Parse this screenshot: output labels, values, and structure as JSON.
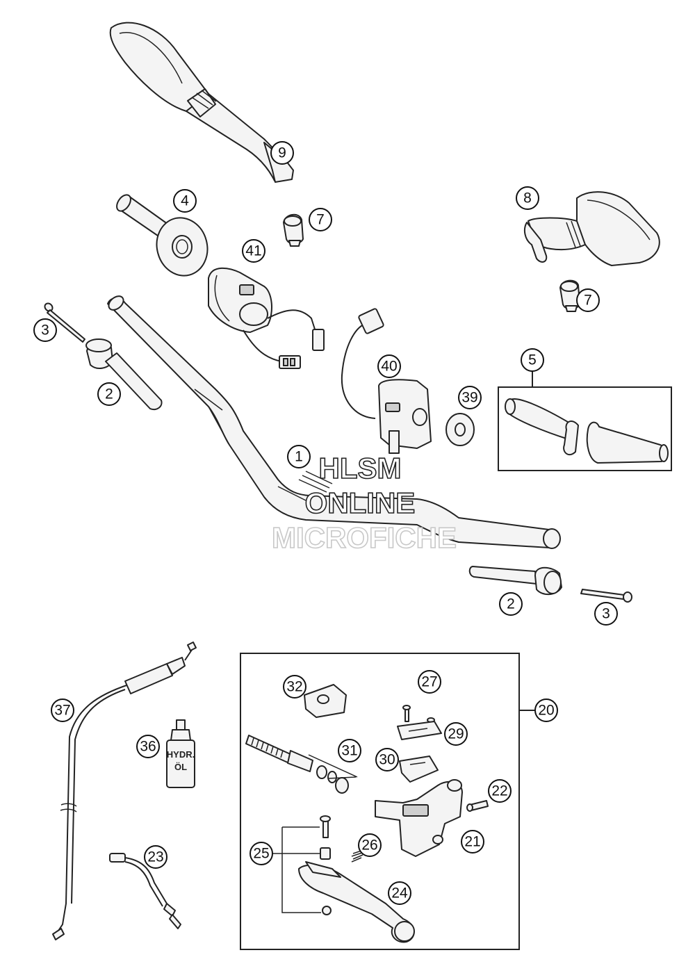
{
  "watermark": {
    "line1": "HLSM",
    "line2": "ONLINE",
    "line3": "MICROFICHE"
  },
  "bottle_label": {
    "line1": "HYDR.",
    "line2": "ÖL"
  },
  "callouts": [
    {
      "id": "c9",
      "label": "9"
    },
    {
      "id": "c4",
      "label": "4"
    },
    {
      "id": "c7a",
      "label": "7"
    },
    {
      "id": "c41",
      "label": "41"
    },
    {
      "id": "c8",
      "label": "8"
    },
    {
      "id": "c7b",
      "label": "7"
    },
    {
      "id": "c3a",
      "label": "3"
    },
    {
      "id": "c2a",
      "label": "2"
    },
    {
      "id": "c40",
      "label": "40"
    },
    {
      "id": "c39",
      "label": "39"
    },
    {
      "id": "c5",
      "label": "5"
    },
    {
      "id": "c1",
      "label": "1"
    },
    {
      "id": "c2b",
      "label": "2"
    },
    {
      "id": "c3b",
      "label": "3"
    },
    {
      "id": "c37",
      "label": "37"
    },
    {
      "id": "c36",
      "label": "36"
    },
    {
      "id": "c23",
      "label": "23"
    },
    {
      "id": "c32",
      "label": "32"
    },
    {
      "id": "c27",
      "label": "27"
    },
    {
      "id": "c29",
      "label": "29"
    },
    {
      "id": "c31",
      "label": "31"
    },
    {
      "id": "c30",
      "label": "30"
    },
    {
      "id": "c22",
      "label": "22"
    },
    {
      "id": "c21",
      "label": "21"
    },
    {
      "id": "c25",
      "label": "25"
    },
    {
      "id": "c26",
      "label": "26"
    },
    {
      "id": "c24",
      "label": "24"
    },
    {
      "id": "c20",
      "label": "20"
    }
  ]
}
